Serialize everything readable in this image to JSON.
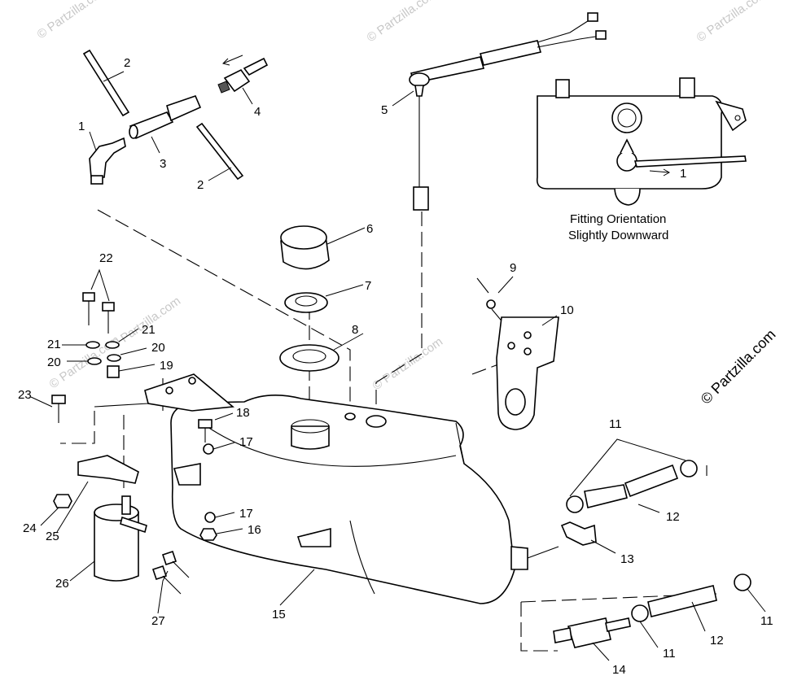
{
  "watermarks": [
    "© Partzilla.com",
    "© Partzilla.com",
    "© Partzilla.com",
    "© Partzilla.com",
    "© Partzilla.com",
    "© Partzilla.com"
  ],
  "side_watermark": "© Partzilla.com",
  "inset_caption": [
    "Fitting Orientation",
    "Slightly Downward"
  ],
  "callouts": {
    "c1": "1",
    "c1b": "1",
    "c2a": "2",
    "c2b": "2",
    "c3": "3",
    "c4": "4",
    "c5": "5",
    "c6": "6",
    "c7": "7",
    "c8": "8",
    "c9": "9",
    "c10": "10",
    "c11a": "11",
    "c11b": "11",
    "c11c": "11",
    "c12a": "12",
    "c12b": "12",
    "c13": "13",
    "c14": "14",
    "c15": "15",
    "c16": "16",
    "c17a": "17",
    "c17b": "17",
    "c18": "18",
    "c19": "19",
    "c20a": "20",
    "c20b": "20",
    "c21a": "21",
    "c21b": "21",
    "c22": "22",
    "c23": "23",
    "c24": "24",
    "c25": "25",
    "c26": "26",
    "c27": "27"
  }
}
